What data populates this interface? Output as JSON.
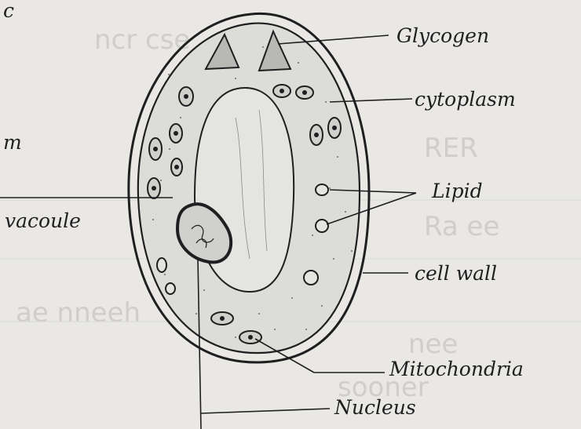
{
  "labels": {
    "glycogen": "Glycogen",
    "cytoplasm": "cytoplasm",
    "lipid": "Lipid",
    "cell_wall": "cell wall",
    "vacuole": "vacoule",
    "mitochondria": "Mitochondria",
    "nucleus": "Nucleus",
    "page_fragment_c": "c",
    "page_fragment_m": "m"
  },
  "colors": {
    "paper": "#e9e8e4",
    "ink": "#1f1f22",
    "ghost_text": "#cfceca"
  }
}
